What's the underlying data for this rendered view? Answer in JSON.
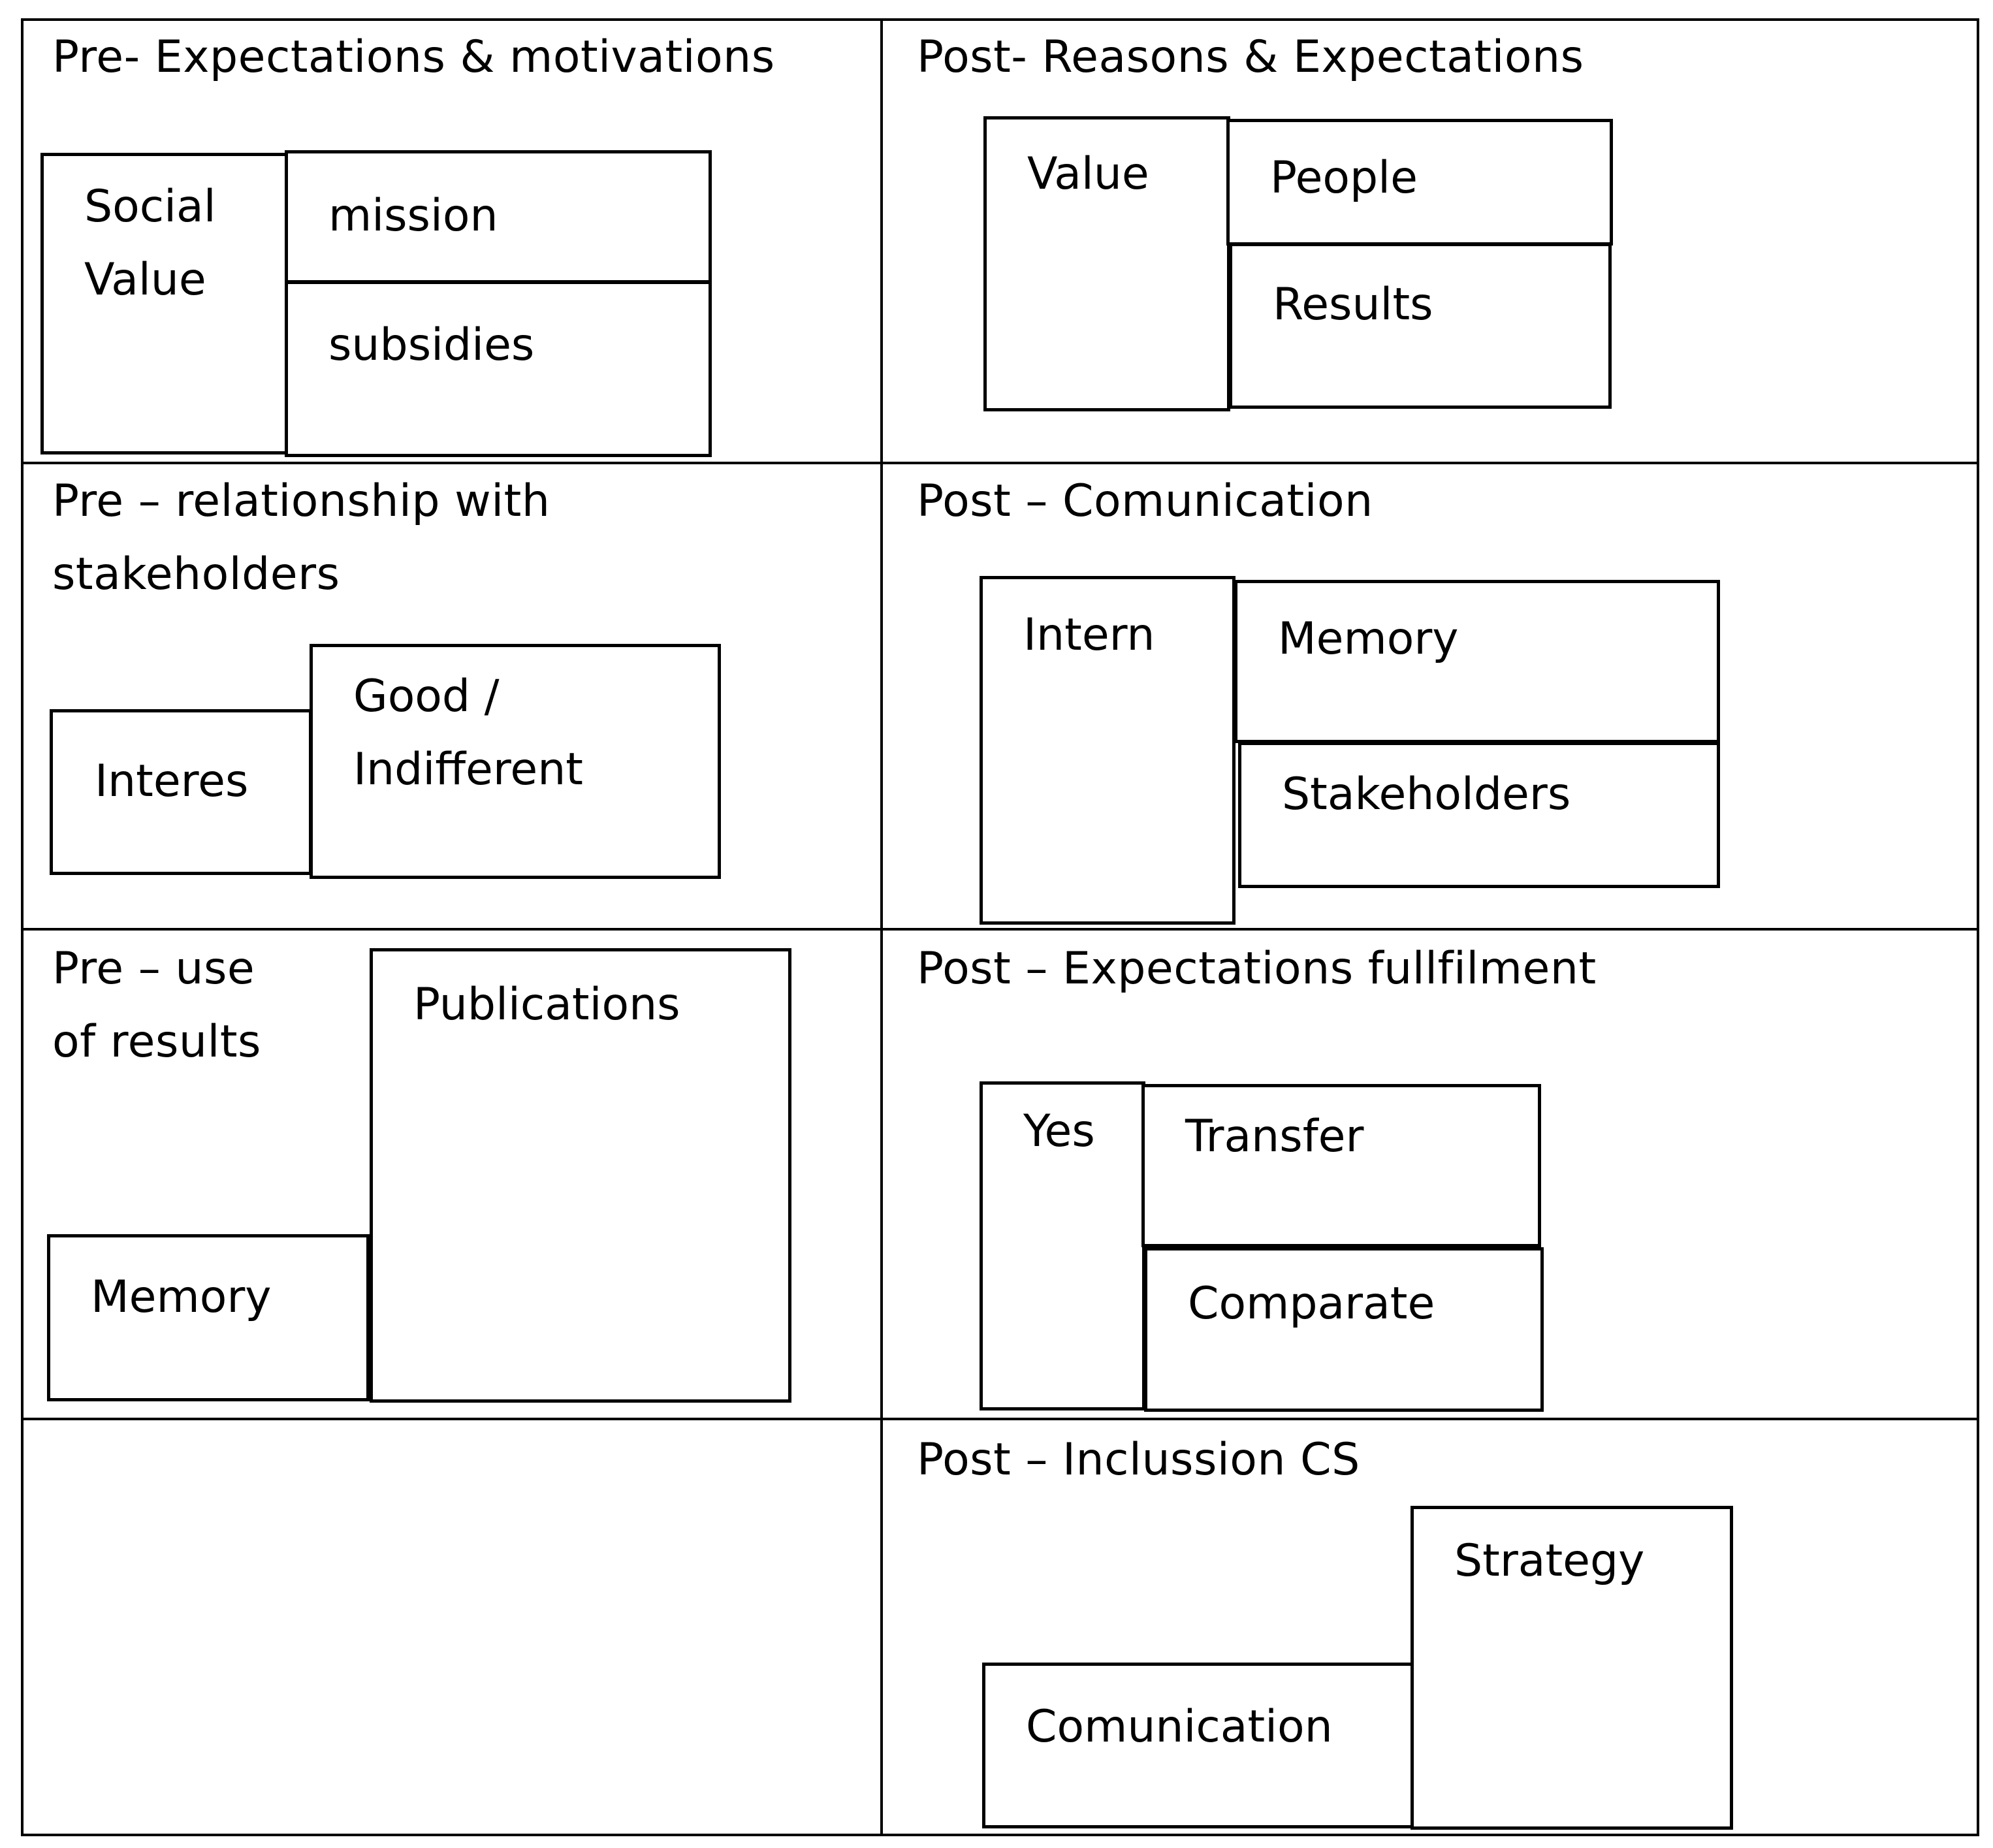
{
  "cells": {
    "pre_expectations": {
      "title": "Pre- Expectations & motivations",
      "boxes": {
        "social_value": "Social\nValue",
        "mission": "mission",
        "subsidies": "subsidies"
      }
    },
    "post_reasons": {
      "title": "Post- Reasons & Expectations",
      "boxes": {
        "value": "Value",
        "people": "People",
        "results": "Results"
      }
    },
    "pre_relationship": {
      "title": "Pre – relationship with\nstakeholders",
      "boxes": {
        "interes": "Interes",
        "good_indifferent": "Good /\nIndifferent"
      }
    },
    "post_comunication": {
      "title": "Post – Comunication",
      "boxes": {
        "intern": "Intern",
        "memory": "Memory",
        "stakeholders": "Stakeholders"
      }
    },
    "pre_use_results": {
      "title": "Pre – use\nof results",
      "boxes": {
        "memory": "Memory",
        "publications": "Publications"
      }
    },
    "post_expectations_fulfilment": {
      "title": "Post – Expectations fullfilment",
      "boxes": {
        "yes": "Yes",
        "transfer": "Transfer",
        "comparate": "Comparate"
      }
    },
    "post_inclusion": {
      "title": "Post – Inclussion CS",
      "boxes": {
        "comunication": "Comunication",
        "strategy": "Strategy"
      }
    }
  }
}
